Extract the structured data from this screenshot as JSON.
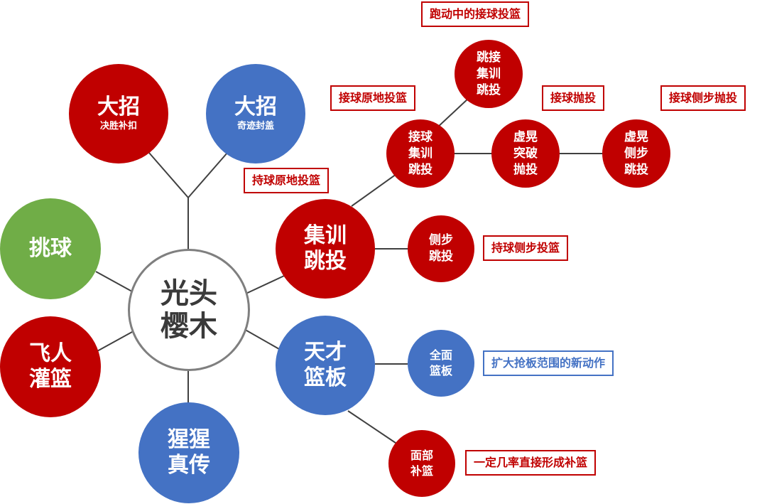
{
  "center": {
    "label": "光头\n樱木"
  },
  "nodes": {
    "dazhao_red": {
      "title": "大招",
      "sub": "决胜补扣"
    },
    "dazhao_blue": {
      "title": "大招",
      "sub": "奇迹封盖"
    },
    "tiaoqiu": {
      "label": "挑球"
    },
    "feiren": {
      "label": "飞人\n灌篮"
    },
    "xingxing": {
      "label": "猩猩\n真传"
    },
    "jixun": {
      "label": "集训\n跳投"
    },
    "jieqiu_jixun": {
      "label": "接球\n集训\n跳投"
    },
    "tiaojie_jixun": {
      "label": "跳接\n集训\n跳投"
    },
    "xuhuang_tupo": {
      "label": "虚晃\n突破\n抛投"
    },
    "xuhuang_cebu": {
      "label": "虚晃\n侧步\n跳投"
    },
    "cebu_tiaotou": {
      "label": "侧步\n跳投"
    },
    "tiancai": {
      "label": "天才\n篮板"
    },
    "quanmian": {
      "label": "全面\n篮板"
    },
    "mianbu": {
      "label": "面部\n补篮"
    }
  },
  "tags": {
    "paodong": "跑动中的接球投篮",
    "jieqiu_yuandi": "接球原地投篮",
    "jieqiu_paotou": "接球抛投",
    "jieqiu_cebu_paotou": "接球侧步抛投",
    "chiqiu_yuandi": "持球原地投篮",
    "chiqiu_cebu": "持球侧步投篮",
    "kuoda": "扩大抢板范围的新动作",
    "yiding": "一定几率直接形成补篮"
  },
  "colors": {
    "red": "#c00000",
    "blue": "#4472c4",
    "green": "#70ad47",
    "line": "#404040",
    "center_border": "#7f7f7f"
  }
}
